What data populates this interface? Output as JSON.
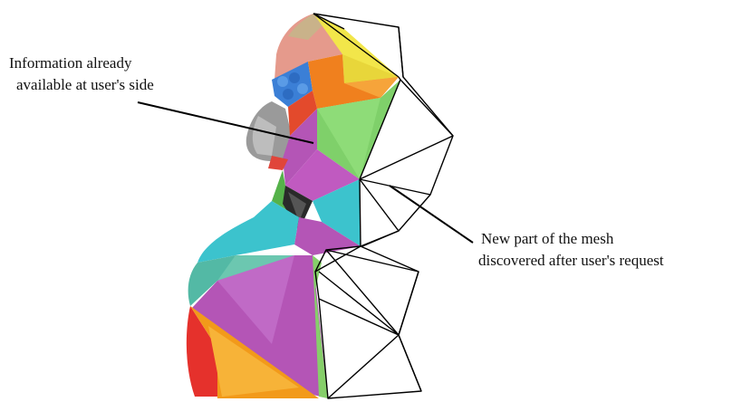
{
  "labels": {
    "existing_info": {
      "line1": "Information already",
      "line2": "available at user's side"
    },
    "new_mesh": {
      "line1": "New part of the mesh",
      "line2": "discovered after user's request"
    }
  },
  "colors": {
    "background": "#ffffff",
    "mesh_lines": "#000000",
    "text": "#111111",
    "patch_magenta": "#b455b6",
    "patch_orange": "#f29a1a",
    "patch_red": "#e5312c",
    "patch_green": "#86cf6a",
    "patch_cyan": "#3cc3cd",
    "patch_teal": "#53b9a5",
    "patch_yellow": "#f2e64a",
    "hair_gray": "#9a9a9a",
    "hair_blue": "#3b7fd6"
  },
  "icons": [
    "head-bust-mesh"
  ]
}
